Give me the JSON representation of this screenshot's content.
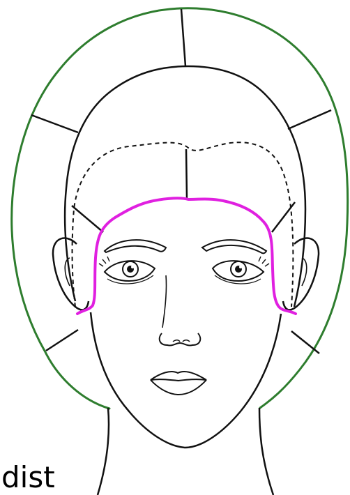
{
  "diagram": {
    "caption": "dist",
    "colors": {
      "outline": "#111111",
      "outer_boundary": "#2e7d2e",
      "hairline": "#e020e0",
      "background": "#ffffff"
    },
    "icons": [
      "face-illustration",
      "head-outline",
      "ear-left",
      "ear-right",
      "eye-left",
      "eye-right",
      "nose",
      "lips"
    ]
  }
}
